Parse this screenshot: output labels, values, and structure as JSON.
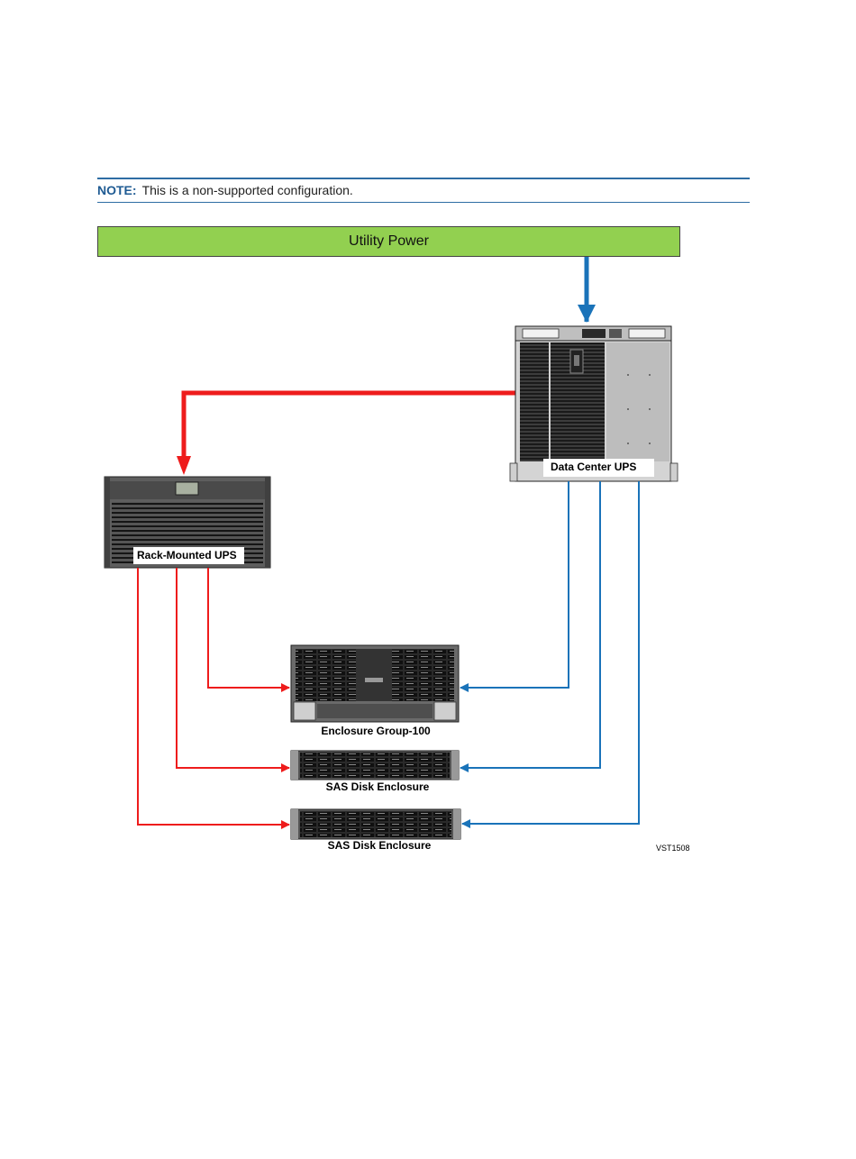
{
  "note": {
    "label": "NOTE:",
    "text": "This is a non-supported configuration."
  },
  "utility_power": {
    "label": "Utility Power",
    "color": "#92d050"
  },
  "devices": {
    "data_center_ups": {
      "label": "Data Center UPS"
    },
    "rack_mounted_ups": {
      "label": "Rack-Mounted UPS"
    },
    "enclosure_group": {
      "label": "Enclosure Group-100"
    },
    "sas_disk_enclosure_1": {
      "label": "SAS Disk Enclosure"
    },
    "sas_disk_enclosure_2": {
      "label": "SAS Disk Enclosure"
    }
  },
  "colors": {
    "red_feed": "#ee1c1c",
    "blue_feed": "#1a73b9"
  },
  "figure_id": "VST1508"
}
